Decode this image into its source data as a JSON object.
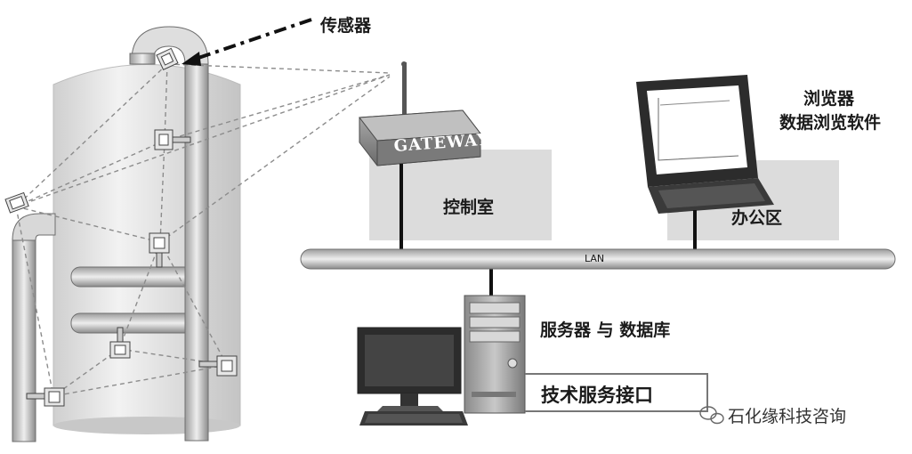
{
  "labels": {
    "sensor": "传感器",
    "gateway": "GATEWAY",
    "control_room": "控制室",
    "browser": "浏览器",
    "browser_software": "数据浏览软件",
    "office": "办公区",
    "lan": "LAN",
    "server_db": "服务器 与 数据库",
    "tech_interface": "技术服务接口",
    "watermark": "石化缘科技咨询"
  },
  "colors": {
    "pipe": "#d4d4d4",
    "pipe_edge": "#6e6e6e",
    "tank": "#e2e2e2",
    "room_box": "#dcdcdc",
    "gateway_body": "#8a8a8a",
    "monitor": "#2c2c2c",
    "tower": "#9a9a9a"
  }
}
